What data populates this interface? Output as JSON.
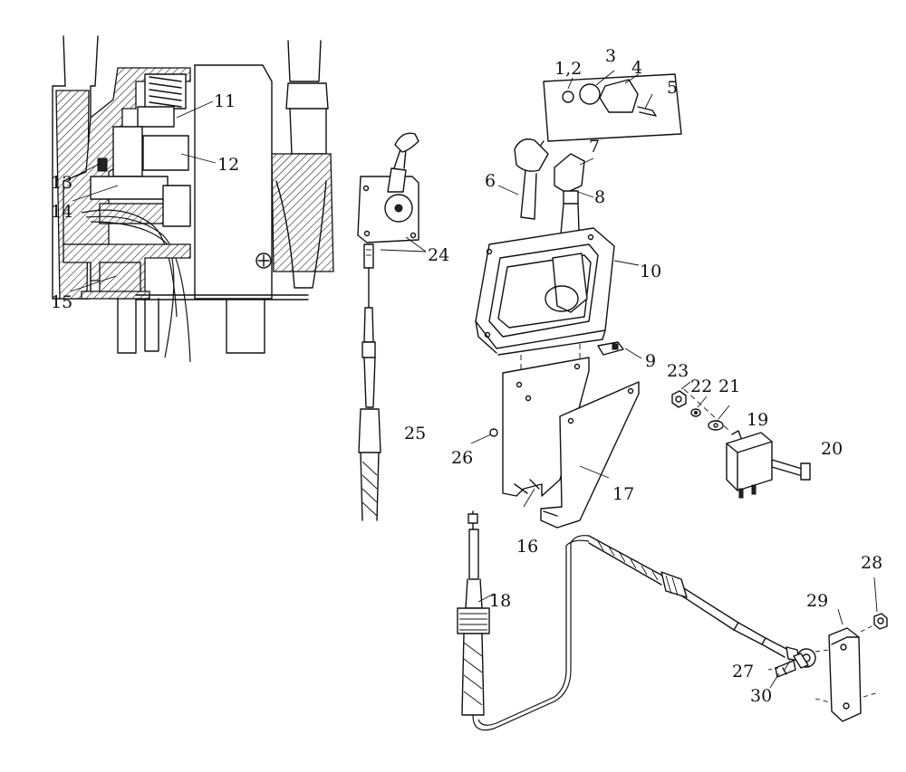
{
  "labels": [
    {
      "id": "1",
      "text": "1,2"
    },
    {
      "id": "3",
      "text": "3"
    },
    {
      "id": "4",
      "text": "4"
    },
    {
      "id": "5",
      "text": "5"
    },
    {
      "id": "6",
      "text": "6"
    },
    {
      "id": "7",
      "text": "7"
    },
    {
      "id": "8",
      "text": "8"
    },
    {
      "id": "9",
      "text": "9"
    },
    {
      "id": "10",
      "text": "10"
    },
    {
      "id": "11",
      "text": "11"
    },
    {
      "id": "12",
      "text": "12"
    },
    {
      "id": "13",
      "text": "13"
    },
    {
      "id": "14",
      "text": "14"
    },
    {
      "id": "15",
      "text": "15"
    },
    {
      "id": "16",
      "text": "16"
    },
    {
      "id": "17",
      "text": "17"
    },
    {
      "id": "18",
      "text": "18"
    },
    {
      "id": "19",
      "text": "19"
    },
    {
      "id": "20",
      "text": "20"
    },
    {
      "id": "21",
      "text": "21"
    },
    {
      "id": "22",
      "text": "22"
    },
    {
      "id": "23",
      "text": "23"
    },
    {
      "id": "24",
      "text": "24"
    },
    {
      "id": "25",
      "text": "25"
    },
    {
      "id": "26",
      "text": "26"
    },
    {
      "id": "27",
      "text": "27"
    },
    {
      "id": "28",
      "text": "28"
    },
    {
      "id": "29",
      "text": "29"
    },
    {
      "id": "30",
      "text": "30"
    }
  ]
}
